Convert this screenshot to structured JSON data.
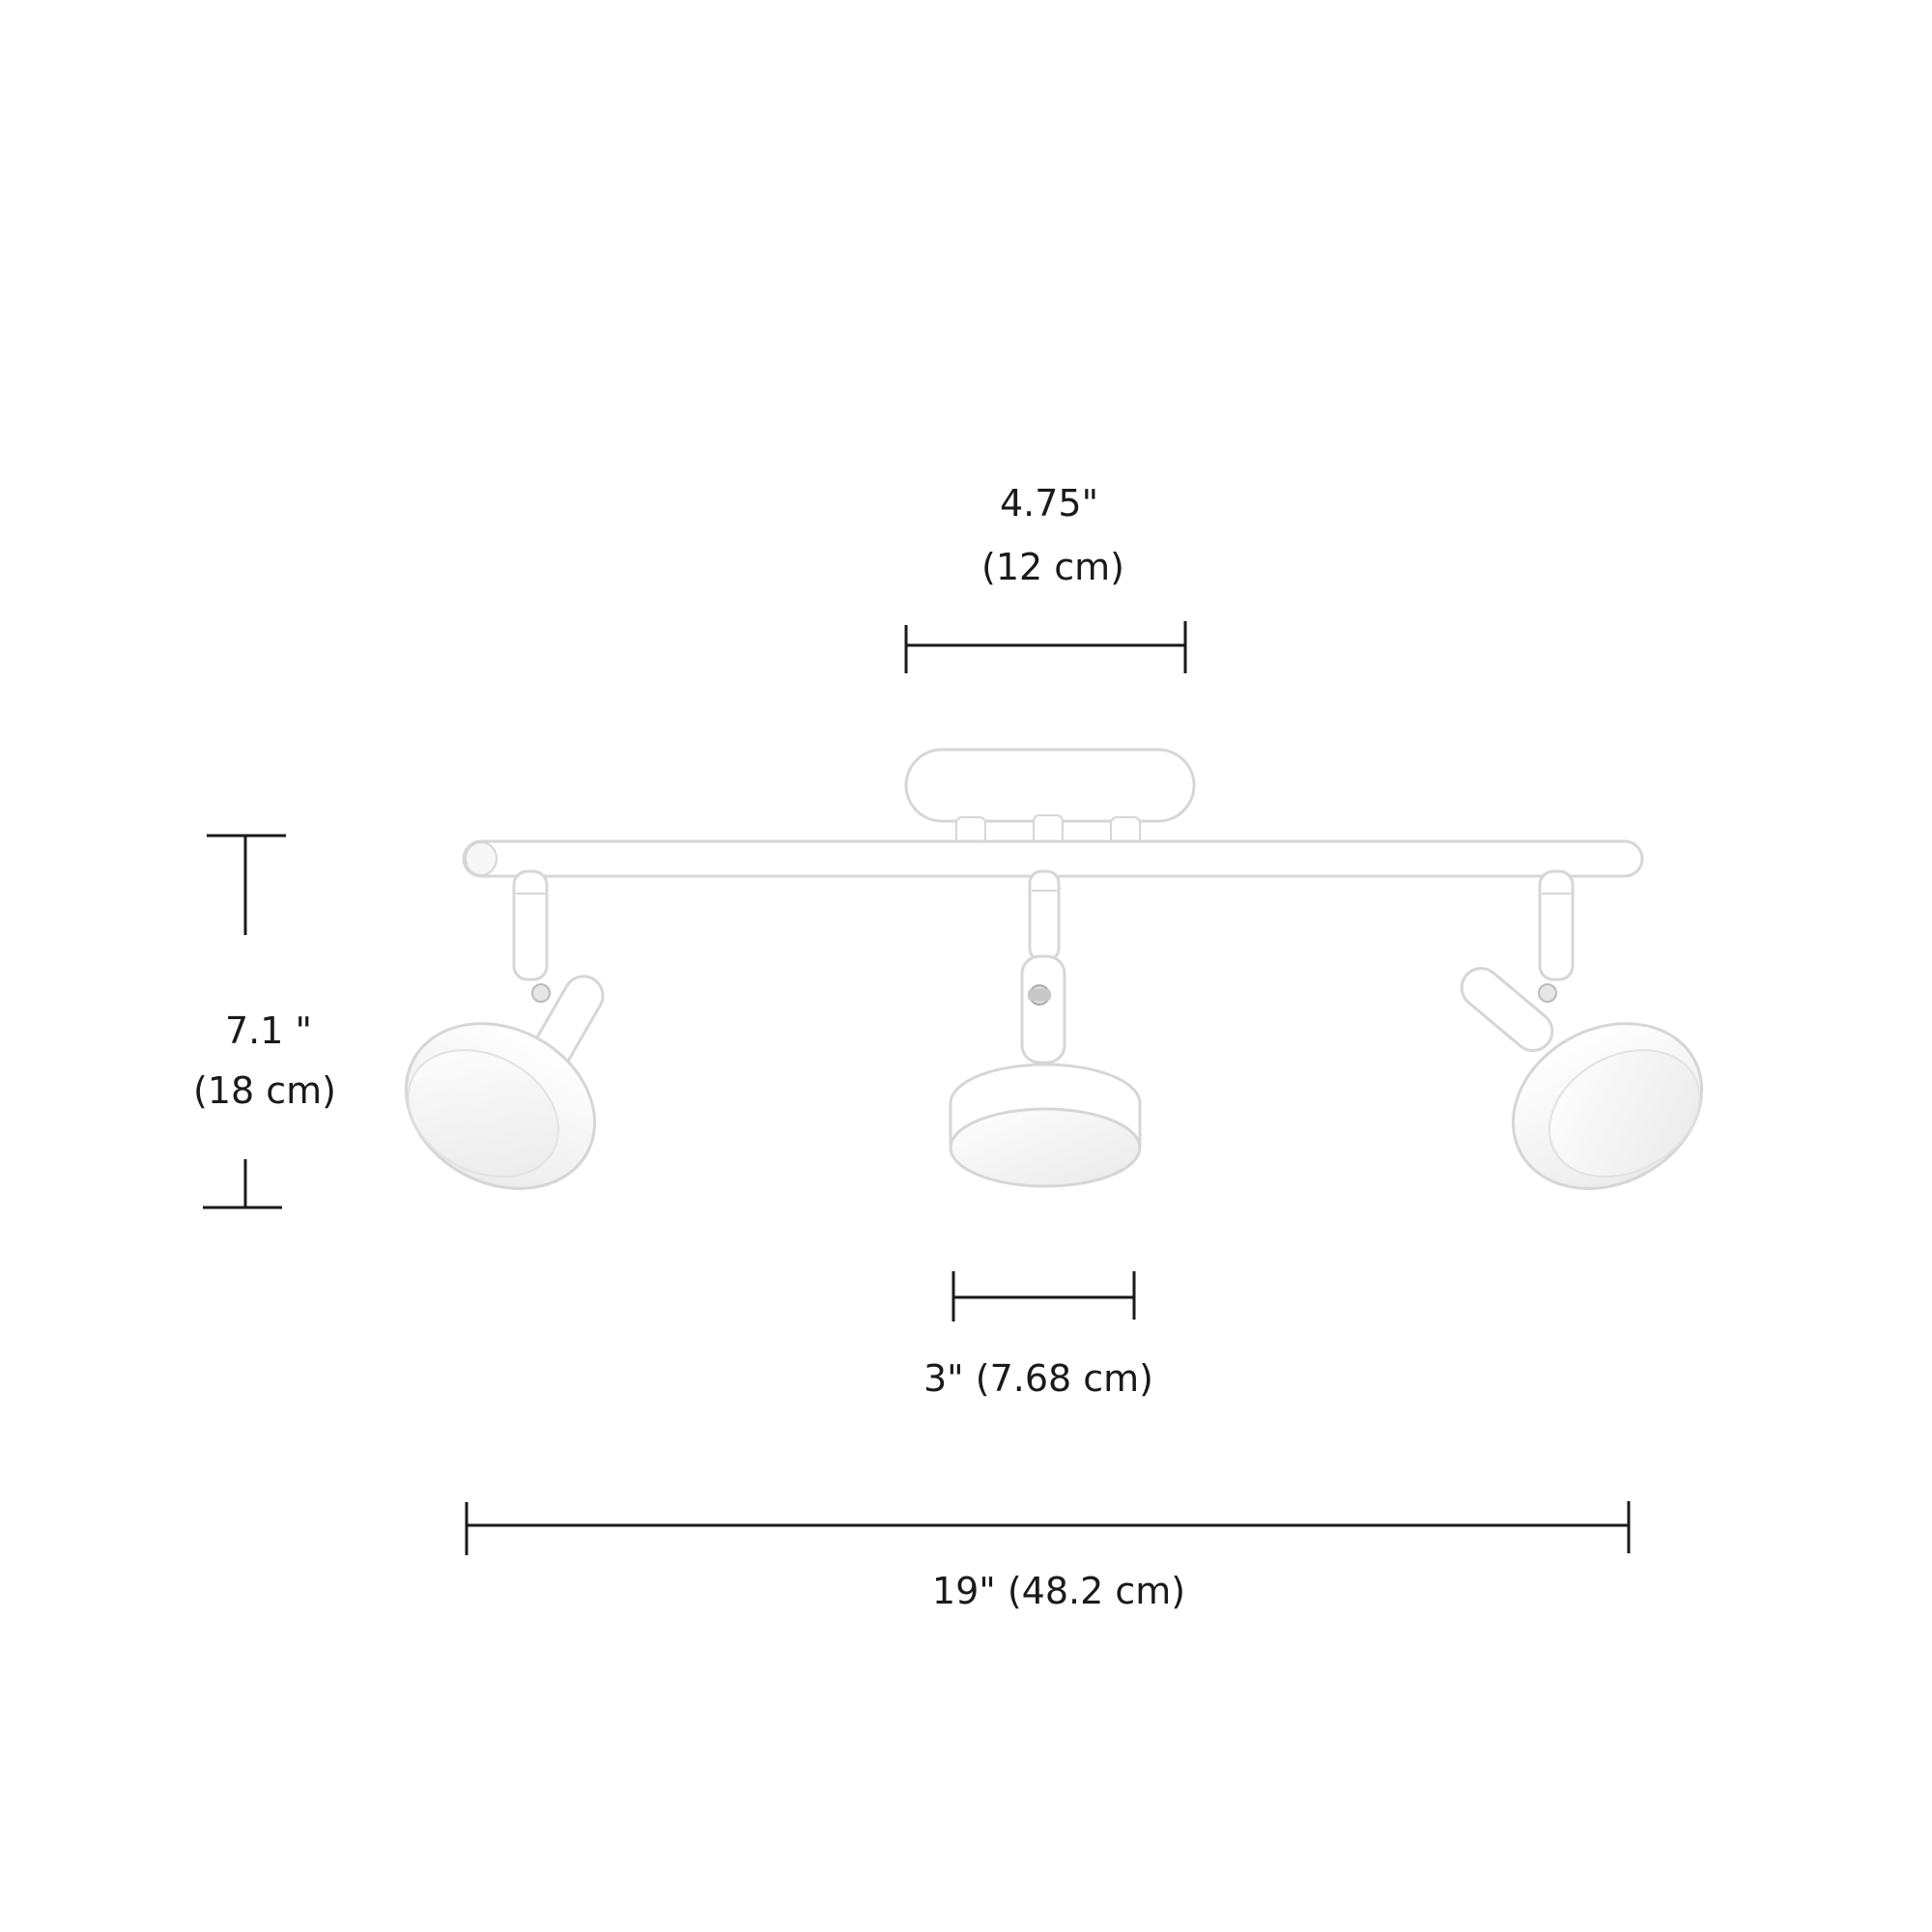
{
  "dimensions": {
    "canopy_width": {
      "line1": "4.75\"",
      "line2": "(12 cm)"
    },
    "height": {
      "line1": "7.1 \"",
      "line2": "(18 cm)"
    },
    "shade_width": {
      "text": "3\" (7.68 cm)"
    },
    "total_length": {
      "text": "19\" (48.2 cm)"
    }
  },
  "colors": {
    "fixture": "#ffffff",
    "fixture_outline": "#d6d6d6",
    "fixture_shadow": "#ececec",
    "lens": "#f3f3f3",
    "dimension_line": "#1a1a1a"
  }
}
